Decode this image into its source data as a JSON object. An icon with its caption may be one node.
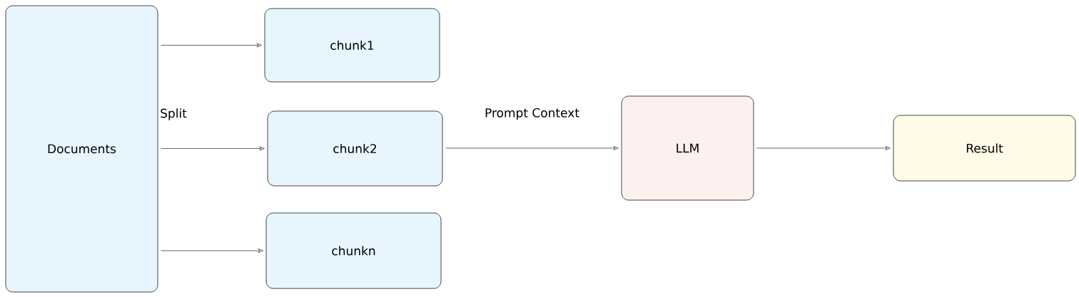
{
  "diagram": {
    "nodes": [
      {
        "text": [
          "Documents"
        ]
      },
      {
        "text": [
          "chunk1"
        ]
      },
      {
        "text": [
          "chunk2"
        ]
      },
      {
        "text": [
          "chunkn"
        ]
      },
      {
        "text": [
          "LLM"
        ]
      },
      {
        "text": [
          "Result"
        ]
      }
    ],
    "edges": [
      {
        "from": 0,
        "to": 1,
        "arrow": "to"
      },
      {
        "from": 0,
        "to": 2,
        "arrow": "to",
        "label": "Split"
      },
      {
        "from": 0,
        "to": 3,
        "arrow": "to"
      },
      {
        "from": 2,
        "to": 4,
        "arrow": "to",
        "label": "Prompt Context"
      },
      {
        "from": 4,
        "to": 5,
        "arrow": "to"
      }
    ]
  }
}
